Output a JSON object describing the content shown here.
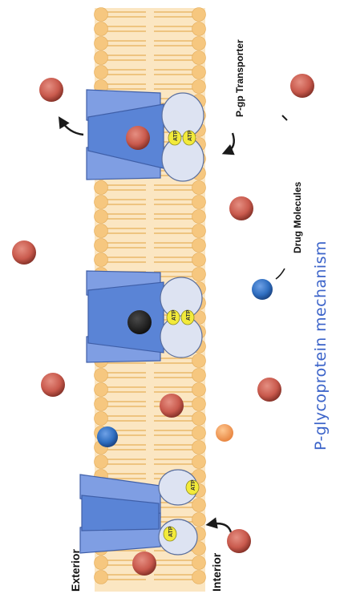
{
  "title": "P-glycoprotein mechanism",
  "labels": {
    "exterior": "Exterior",
    "interior": "Interior",
    "transporter": "P-gp Transporter",
    "drugs": "Drug Molecules"
  },
  "atp_label": "ATP",
  "colors": {
    "title": "#3b63c9",
    "membrane": "#fbe6c2",
    "lipid_head": "#f6c77f",
    "protein_dark": "#5a84d6",
    "protein_light": "#7f9ee3",
    "nbd": "#dde3f2",
    "atp": "#f2ea3a",
    "drug_red": "#c95a4d",
    "drug_blue": "#2f6ec0",
    "drug_orange": "#f39a4b",
    "drug_black": "#1c1c1c"
  }
}
